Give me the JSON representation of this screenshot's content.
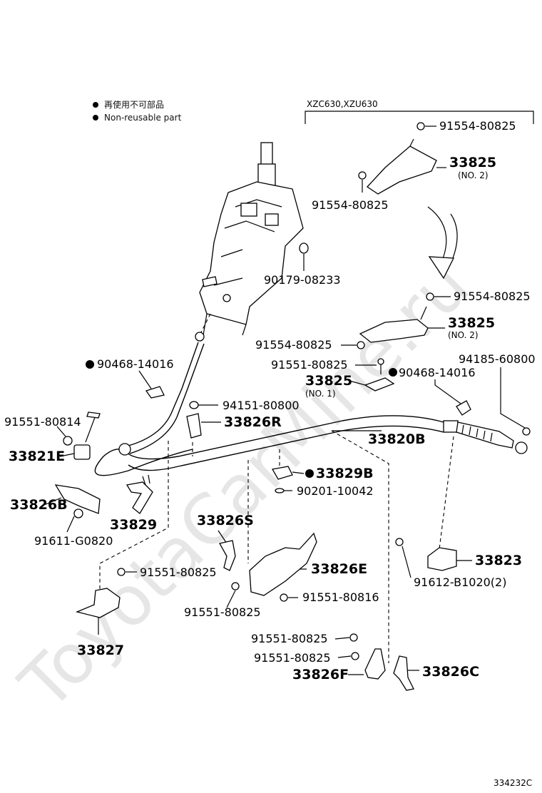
{
  "watermark": "ToyotaCarMine.ru",
  "legend": {
    "jp": "再使用不可部品",
    "en": "Non-reusable part"
  },
  "model_bracket": "XZC630,XZU630",
  "figure_code": "334232C",
  "callouts": {
    "p91554_80825_a": "91554-80825",
    "p33825_a": "33825",
    "p33825_a_sub": "(NO. 2)",
    "p91554_80825_b": "91554-80825",
    "p90179_08233": "90179-08233",
    "p91554_80825_c": "91554-80825",
    "p33825_b": "33825",
    "p33825_b_sub": "(NO. 2)",
    "p91554_80825_d": "91554-80825",
    "p90468_14016_a": "90468-14016",
    "p91551_80825_a": "91551-80825",
    "p90468_14016_b": "90468-14016",
    "p94185_60800": "94185-60800",
    "p33825_c": "33825",
    "p33825_c_sub": "(NO. 1)",
    "p94151_80800": "94151-80800",
    "p91551_80814": "91551-80814",
    "p33826R": "33826R",
    "p33820B": "33820B",
    "p33821E": "33821E",
    "p33829B": "33829B",
    "p90201_10042": "90201-10042",
    "p33826B": "33826B",
    "p33829": "33829",
    "p91611_G0820": "91611-G0820",
    "p33826S": "33826S",
    "p33823": "33823",
    "p91551_80825_b": "91551-80825",
    "p33826E": "33826E",
    "p91612_B1020": "91612-B1020(2)",
    "p91551_80816": "91551-80816",
    "p91551_80825_c": "91551-80825",
    "p33827": "33827",
    "p91551_80825_d": "91551-80825",
    "p91551_80825_e": "91551-80825",
    "p33826F": "33826F",
    "p33826C": "33826C"
  }
}
